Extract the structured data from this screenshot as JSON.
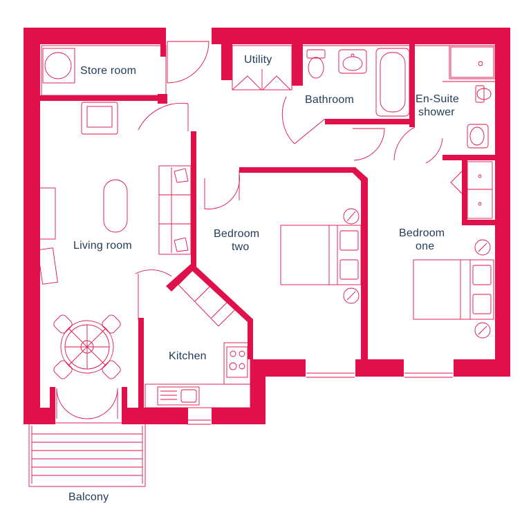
{
  "colors": {
    "wall": "#e0104a",
    "label": "#1f3a5a",
    "background": "#ffffff"
  },
  "rooms": {
    "store_room": "Store room",
    "utility": "Utility",
    "bathroom": "Bathroom",
    "ensuite_line1": "En-Suite",
    "ensuite_line2": "shower",
    "living_room": "Living room",
    "bedroom_two_line1": "Bedroom",
    "bedroom_two_line2": "two",
    "bedroom_one_line1": "Bedroom",
    "bedroom_one_line2": "one",
    "kitchen": "Kitchen",
    "balcony": "Balcony"
  },
  "icons": [
    "store-room-drum-icon",
    "armchair-icon",
    "sofa-icon",
    "coffee-table-icon",
    "tv-unit-icon",
    "dining-table-icon",
    "toilet-icon",
    "bathroom-sink-icon",
    "bathtub-icon",
    "shower-tray-icon",
    "ensuite-sink-icon",
    "ensuite-toilet-icon",
    "bed-icon",
    "lamp-icon",
    "hob-icon",
    "kitchen-sink-icon",
    "wardrobe-icon"
  ]
}
